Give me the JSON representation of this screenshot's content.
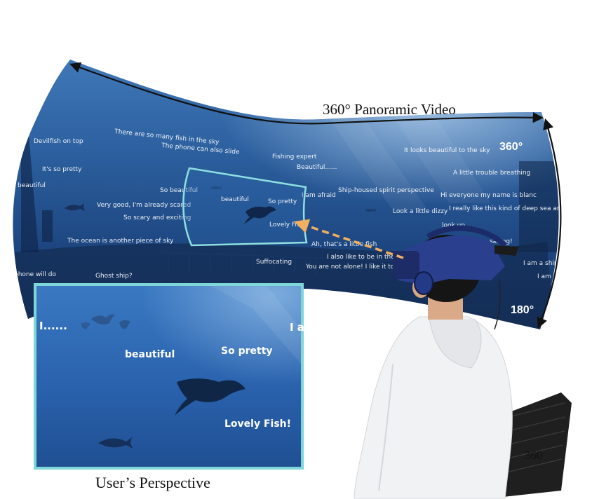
{
  "title": "360° Panoramic Video",
  "caption": "User’s Perspective",
  "degree_labels": {
    "top": "360°",
    "side": "180°",
    "bottom": "360"
  },
  "comments": [
    "There are so many fish in the sky",
    "The phone can also slide",
    "Devilfish on top",
    "It's so pretty",
    "so beautiful",
    "Fishing expert",
    "Beautiful......",
    "It looks beautiful to the sky",
    "A little trouble breathing",
    "So beautiful",
    "I am afraid",
    "Ship-housed spirit perspective",
    "Hi everyone my name is blanc",
    "I really like this kind of deep sea and giants",
    "Very good, I'm already scared",
    "So scary and exciting",
    "Look a little dizzy",
    "look up",
    "The ocean is another piece of sky",
    "Ah, that's a little fish",
    "I also like to be in the sea",
    "Suffocating",
    "You are not alone! I like it too!",
    "I am a ship?",
    "I am Aquaman",
    "sailing!",
    "phone will do",
    "Ghost ship?"
  ],
  "viewport_comments": [
    "beautiful",
    "So pretty",
    "Lovely Fish!"
  ],
  "perspective_comments": [
    "I......",
    "beautiful",
    "So pretty",
    "Lovely Fish!",
    "I a"
  ]
}
